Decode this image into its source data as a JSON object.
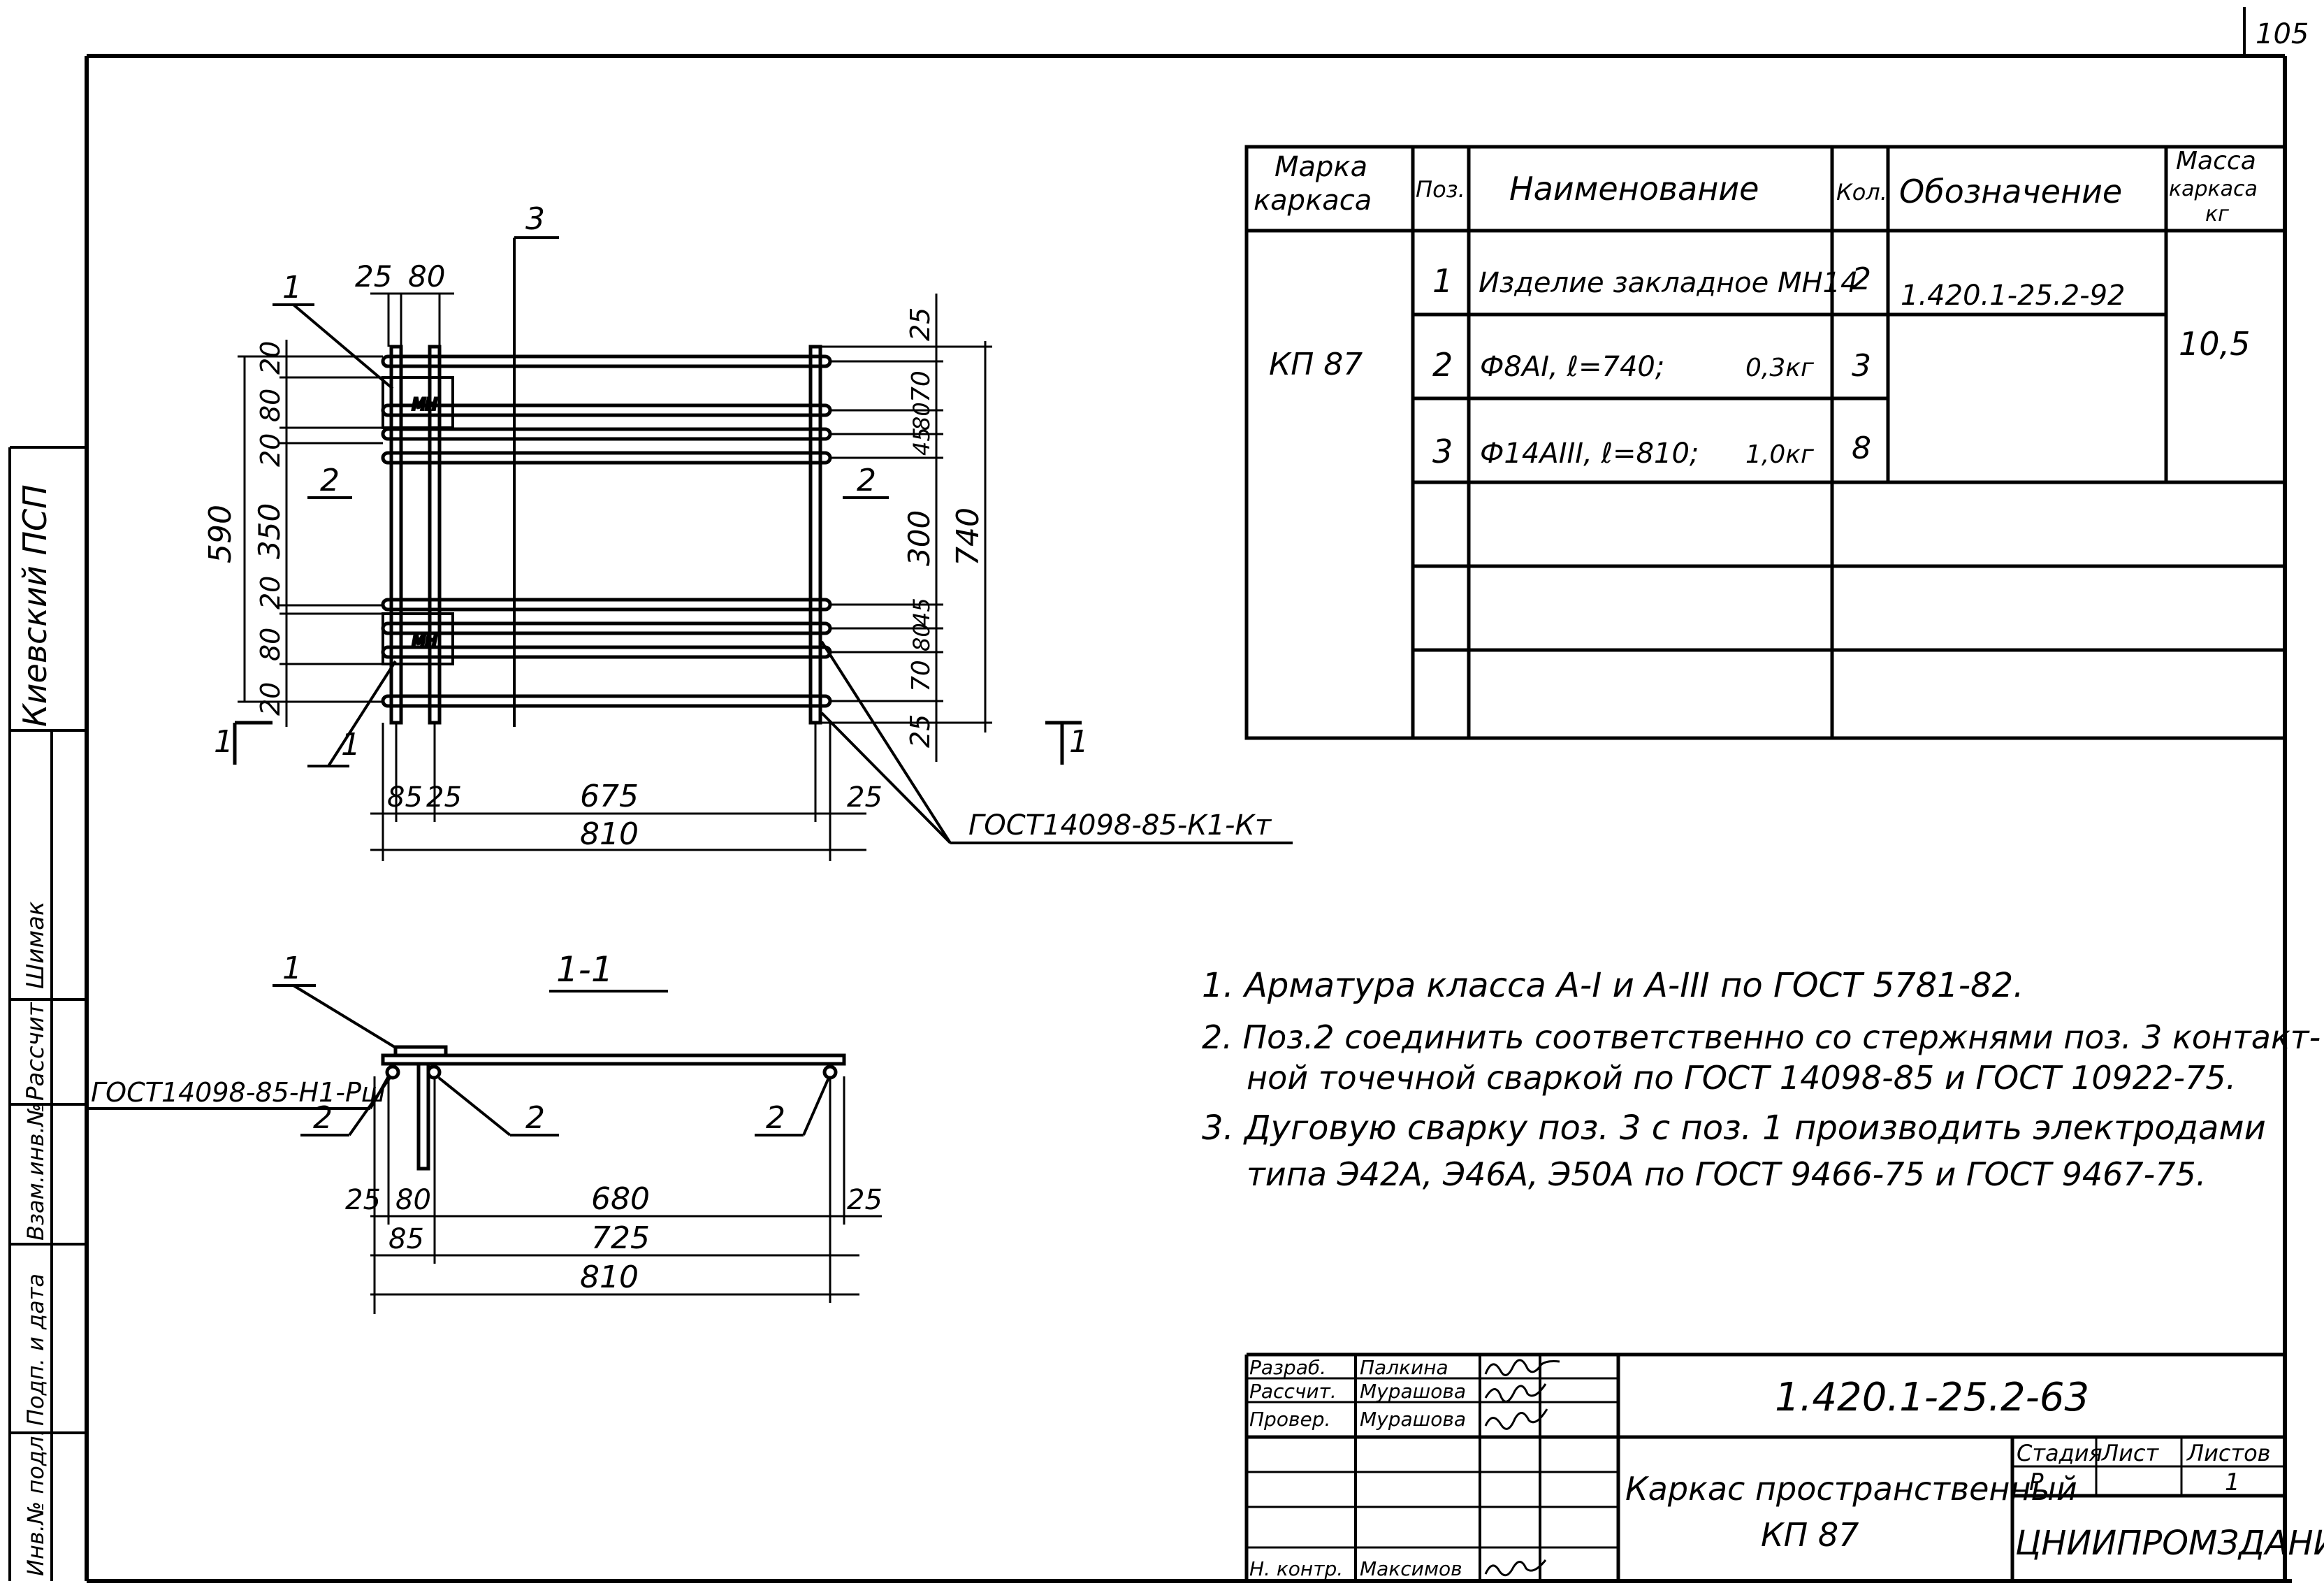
{
  "page_number": "105",
  "side_stamp": {
    "organization": "Киевский ПСП",
    "rows": [
      "Рассчит.",
      "Шимак",
      "Инв.№ подл.",
      "Подп. и дата",
      "Взам.инв.№"
    ]
  },
  "spec_table": {
    "headers": {
      "mark": [
        "Марка",
        "каркаса"
      ],
      "pos": "Поз.",
      "name": "Наименование",
      "qty": "Кол.",
      "designation": "Обозначение",
      "mass": [
        "Масса",
        "каркаса",
        "кг"
      ]
    },
    "mark": "КП 87",
    "mass": "10,5",
    "rows": [
      {
        "pos": "1",
        "name": "Изделие закладное МН14",
        "mass_note": "",
        "qty": "2",
        "designation": "1.420.1-25.2-92"
      },
      {
        "pos": "2",
        "name": "Ф8АI, ℓ=740;",
        "mass_note": "0,3кг",
        "qty": "3",
        "designation": ""
      },
      {
        "pos": "3",
        "name": "Ф14АIII, ℓ=810;",
        "mass_note": "1,0кг",
        "qty": "8",
        "designation": ""
      }
    ]
  },
  "plan_view": {
    "labels": {
      "pos1_top": "1",
      "pos1_bottom": "1",
      "pos3": "3",
      "sec_2_left": "2",
      "sec_2_right": "2",
      "cut_left": "1",
      "cut_right": "1"
    },
    "dims_top": [
      "25",
      "80"
    ],
    "dims_left_outer": "590",
    "dims_left": [
      "20",
      "80",
      "20",
      "350",
      "20",
      "80",
      "20"
    ],
    "dims_right": [
      "25",
      "70",
      "80",
      "45",
      "300",
      "45",
      "80",
      "70",
      "25"
    ],
    "dims_right_outer": "740",
    "dims_bottom_row1": [
      "85",
      "25",
      "675",
      "25"
    ],
    "dims_bottom_total": "810",
    "weld_ref": "ГОСТ14098-85-К1-Кт"
  },
  "section_view": {
    "title": "1-1",
    "labels": {
      "pos1": "1",
      "pos2_a": "2",
      "pos2_b": "2",
      "pos2_c": "2"
    },
    "weld_ref": "ГОСТ14098-85-Н1-Рш",
    "dims_row1": [
      "25",
      "80",
      "680",
      "25"
    ],
    "dims_row2": [
      "85",
      "725"
    ],
    "dims_total": "810"
  },
  "notes": [
    "1. Арматура класса А-I и А-III по ГОСТ 5781-82.",
    "2. Поз.2 соединить соответственно со стержнями поз. 3 контакт-",
    "ной точечной сваркой по ГОСТ 14098-85 и ГОСТ 10922-75.",
    "3. Дуговую сварку поз. 3 с поз. 1 производить электродами",
    "типа Э42А, Э46А, Э50А по ГОСТ 9466-75 и ГОСТ 9467-75."
  ],
  "title_block": {
    "code": "1.420.1-25.2-63",
    "title": "Каркас пространственный",
    "mark": "КП 87",
    "roles": [
      {
        "role": "Разраб.",
        "name": "Палкина"
      },
      {
        "role": "Рассчит.",
        "name": "Мурашова"
      },
      {
        "role": "Провер.",
        "name": "Мурашова"
      },
      {
        "role": "Н. контр.",
        "name": "Максимов"
      }
    ],
    "stage_label": "Стадия",
    "sheet_label": "Лист",
    "sheets_label": "Листов",
    "stage": "Р",
    "sheets": "1",
    "organization": "ЦНИИПРОМЗДАНИЙ"
  }
}
